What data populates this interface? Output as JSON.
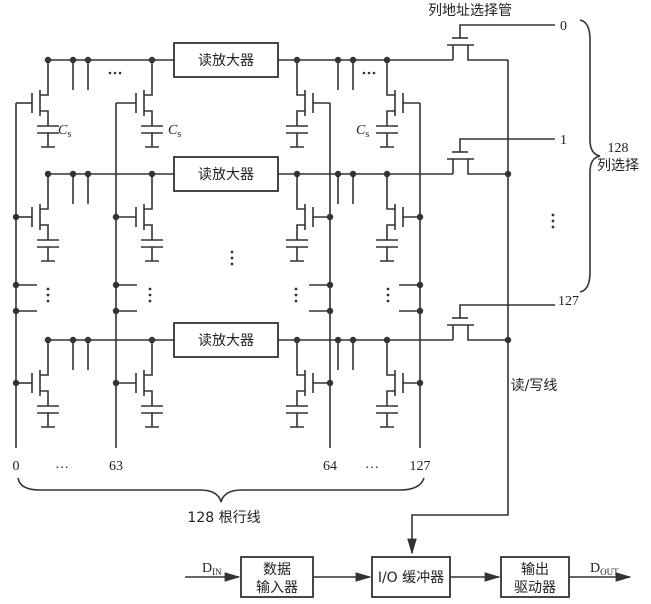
{
  "sense_amp_label": "读放大器",
  "column_select_tube_label": "列地址选择管",
  "column_select_lines": [
    "0",
    "1",
    "127"
  ],
  "column_select_brace": {
    "count": "128",
    "label": "列选择"
  },
  "capacitor_label": {
    "symbol": "C",
    "subscript": "s"
  },
  "row_line_numbers": [
    "0",
    "63",
    "64",
    "127"
  ],
  "ellipsis": "…",
  "row_brace_label": "128 根行线",
  "read_write_line_label": "读/写线",
  "io": {
    "din": {
      "main": "D",
      "sub": "IN"
    },
    "dout": {
      "main": "D",
      "sub": "OUT"
    },
    "data_input_box": [
      "数据",
      "输入器"
    ],
    "io_buffer_box": "I/O 缓冲器",
    "output_driver_box": [
      "输出",
      "驱动器"
    ]
  }
}
